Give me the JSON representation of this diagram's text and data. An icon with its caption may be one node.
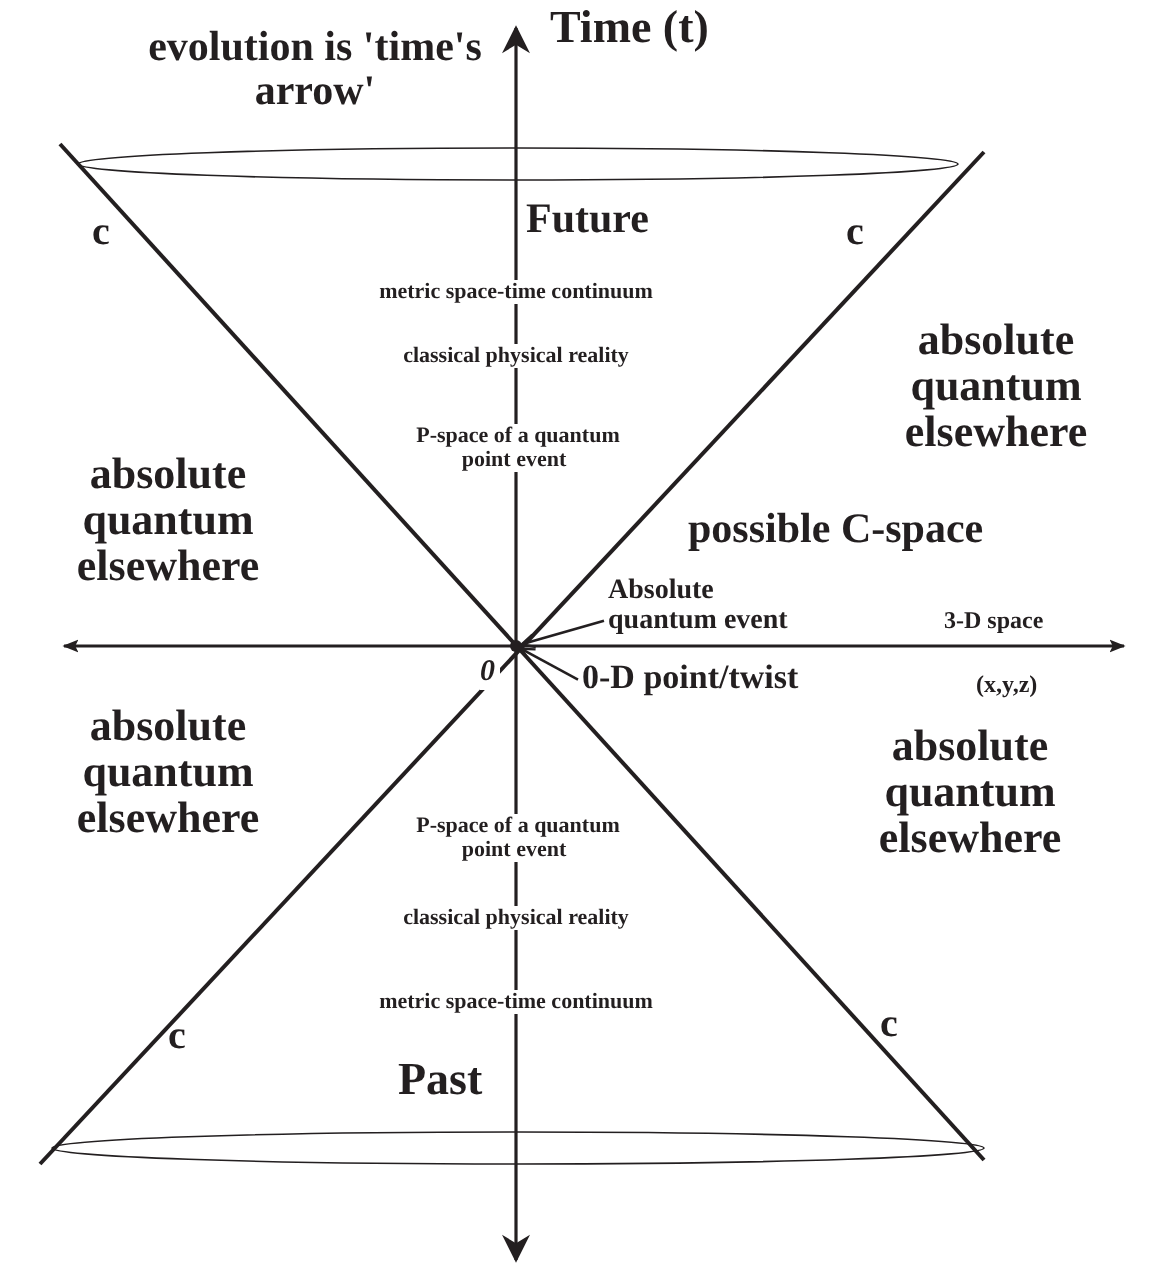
{
  "diagram": {
    "nodes": [
      {
        "text": [
          "Absolute quantum event"
        ]
      },
      {
        "text": [
          "0-D point/twist"
        ]
      },
      {
        "text": [],
        "shape": "circle"
      }
    ],
    "edges": [
      {
        "from": 0,
        "to": 2,
        "arrow": "to"
      },
      {
        "from": 1,
        "to": 2,
        "arrow": "to"
      }
    ],
    "labels": [
      "Time (t)",
      "evolution is 'time's arrow'",
      "Future",
      "c",
      "c",
      "metric space-time continuum",
      "classical physical reality",
      "absolute quantum elsewhere",
      "P-space of a quantum point event",
      "absolute quantum elsewhere",
      "possible C-space",
      "3-D space",
      "0",
      "(x,y,z)",
      "absolute quantum elsewhere",
      "absolute quantum elsewhere",
      "P-space of a quantum point event",
      "classical physical reality",
      "metric space-time continuum",
      "c",
      "c",
      "Past"
    ]
  }
}
